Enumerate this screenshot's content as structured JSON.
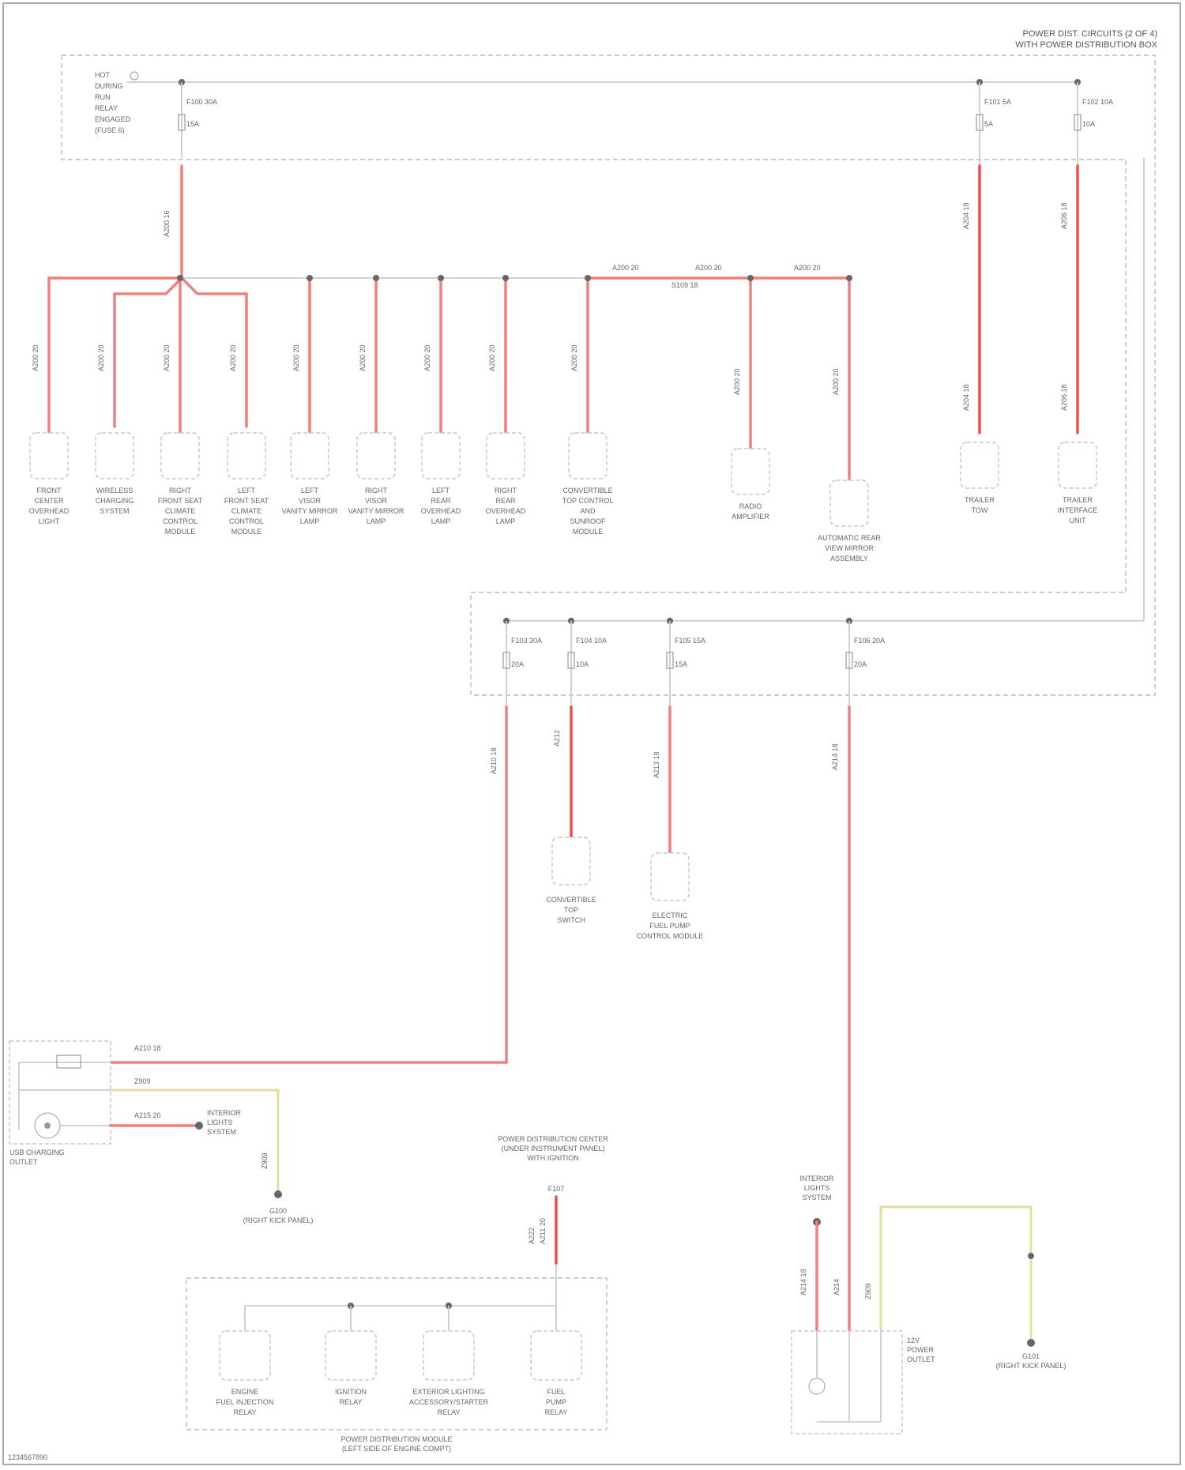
{
  "header": {
    "title_line1": "POWER DIST. CIRCUITS (2 OF 4)",
    "title_line2": "WITH POWER DISTRIBUTION BOX"
  },
  "supply": {
    "label_lines": [
      "HOT",
      "DURING",
      "RUN",
      "RELAY",
      "ENGAGED",
      "(FUSE 6)"
    ]
  },
  "top_fuses": [
    {
      "id": "f1",
      "label": "F100 30A",
      "amp": "15A"
    },
    {
      "id": "f2",
      "label": "F101 5A",
      "amp": "5A"
    },
    {
      "id": "f3",
      "label": "F102 10A",
      "amp": "10A"
    }
  ],
  "wire_labels": {
    "main_vert": "A200 16",
    "bus_left": "A200 20",
    "bus_mid": "A200 20",
    "bus_right": "A200 20",
    "splice": "S109 18",
    "right1_a": "A204 18",
    "right1_b": "A204 18",
    "right2_a": "A206 18",
    "right2_b": "A206 18",
    "lower_main": "A210 18",
    "lower_mid": "A212",
    "lower_mid2": "A213 18",
    "lower_right": "A214 18",
    "usb_top": "A210 18",
    "usb_mid": "Z909",
    "usb_bot": "A215 20",
    "usb_ground": "Z909",
    "pdc_feed": "A211 20",
    "pdc_feed2": "A222",
    "socket_left": "A214 18",
    "socket_mid": "A214",
    "socket_gnd": "Z909"
  },
  "branch_wire_labels": [
    "A200 20",
    "A200 20",
    "A200 20",
    "A200 20",
    "A200 20",
    "A200 20",
    "A200 20",
    "A200 20",
    "A200 20",
    "A200 20",
    "A200 20"
  ],
  "components": [
    {
      "id": "c1",
      "lines": [
        "FRONT",
        "CENTER",
        "OVERHEAD",
        "LIGHT"
      ]
    },
    {
      "id": "c2",
      "lines": [
        "WIRELESS",
        "CHARGING",
        "SYSTEM"
      ]
    },
    {
      "id": "c3",
      "lines": [
        "RIGHT",
        "FRONT SEAT",
        "CLIMATE",
        "CONTROL",
        "MODULE"
      ]
    },
    {
      "id": "c4",
      "lines": [
        "LEFT",
        "FRONT SEAT",
        "CLIMATE",
        "CONTROL",
        "MODULE"
      ]
    },
    {
      "id": "c5",
      "lines": [
        "LEFT",
        "VISOR",
        "VANITY MIRROR",
        "LAMP"
      ]
    },
    {
      "id": "c6",
      "lines": [
        "RIGHT",
        "VISOR",
        "VANITY MIRROR",
        "LAMP"
      ]
    },
    {
      "id": "c7",
      "lines": [
        "LEFT",
        "REAR",
        "OVERHEAD",
        "LAMP"
      ]
    },
    {
      "id": "c8",
      "lines": [
        "RIGHT",
        "REAR",
        "OVERHEAD",
        "LAMP"
      ]
    },
    {
      "id": "c9",
      "lines": [
        "CONVERTIBLE",
        "TOP CONTROL",
        "AND",
        "SUNROOF",
        "MODULE"
      ]
    },
    {
      "id": "c10",
      "lines": [
        "RADIO",
        "AMPLIFIER"
      ]
    },
    {
      "id": "c11",
      "lines": [
        "AUTOMATIC REAR",
        "VIEW MIRROR",
        "ASSEMBLY"
      ]
    },
    {
      "id": "c12",
      "lines": [
        "TRAILER",
        "TOW"
      ]
    },
    {
      "id": "c13",
      "lines": [
        "TRAILER",
        "INTERFACE",
        "UNIT"
      ]
    }
  ],
  "lower_fuses": [
    {
      "id": "lf1",
      "label": "F103 30A",
      "amp": "20A"
    },
    {
      "id": "lf2",
      "label": "F104 10A",
      "amp": "10A"
    },
    {
      "id": "lf3",
      "label": "F105 15A",
      "amp": "15A"
    },
    {
      "id": "lf4",
      "label": "F106 20A",
      "amp": "20A"
    }
  ],
  "lower_components": [
    {
      "id": "lc1",
      "lines": [
        "CONVERTIBLE",
        "TOP",
        "SWITCH"
      ]
    },
    {
      "id": "lc2",
      "lines": [
        "ELECTRIC",
        "FUEL PUMP",
        "CONTROL MODULE"
      ]
    }
  ],
  "usb": {
    "label_lines": [
      "USB CHARGING",
      "OUTLET"
    ],
    "lamp_lines": [
      "INTERIOR",
      "LIGHTS",
      "SYSTEM"
    ],
    "ground_lines": [
      "G100",
      "(RIGHT KICK PANEL)"
    ]
  },
  "pdc": {
    "header_lines": [
      "POWER DISTRIBUTION CENTER",
      "(UNDER INSTRUMENT PANEL)",
      "WITH IGNITION"
    ],
    "fuse_label": "F107",
    "feed_label": "F107",
    "module_label_lines": [
      "POWER DISTRIBUTION MODULE",
      "(LEFT SIDE OF ENGINE COMPT)"
    ],
    "relays": [
      {
        "id": "r1",
        "lines": [
          "ENGINE",
          "FUEL INJECTION",
          "RELAY"
        ]
      },
      {
        "id": "r2",
        "lines": [
          "IGNITION",
          "RELAY"
        ]
      },
      {
        "id": "r3",
        "lines": [
          "EXTERIOR LIGHTING",
          "ACCESSORY/STARTER",
          "RELAY"
        ]
      },
      {
        "id": "r4",
        "lines": [
          "FUEL",
          "PUMP",
          "RELAY"
        ]
      }
    ]
  },
  "socket": {
    "lamp_lines": [
      "INTERIOR",
      "LIGHTS",
      "SYSTEM"
    ],
    "label_lines": [
      "12V",
      "POWER",
      "OUTLET"
    ],
    "ground_lines": [
      "G101",
      "(RIGHT KICK PANEL)"
    ]
  },
  "footer": {
    "code": "1234567890"
  }
}
